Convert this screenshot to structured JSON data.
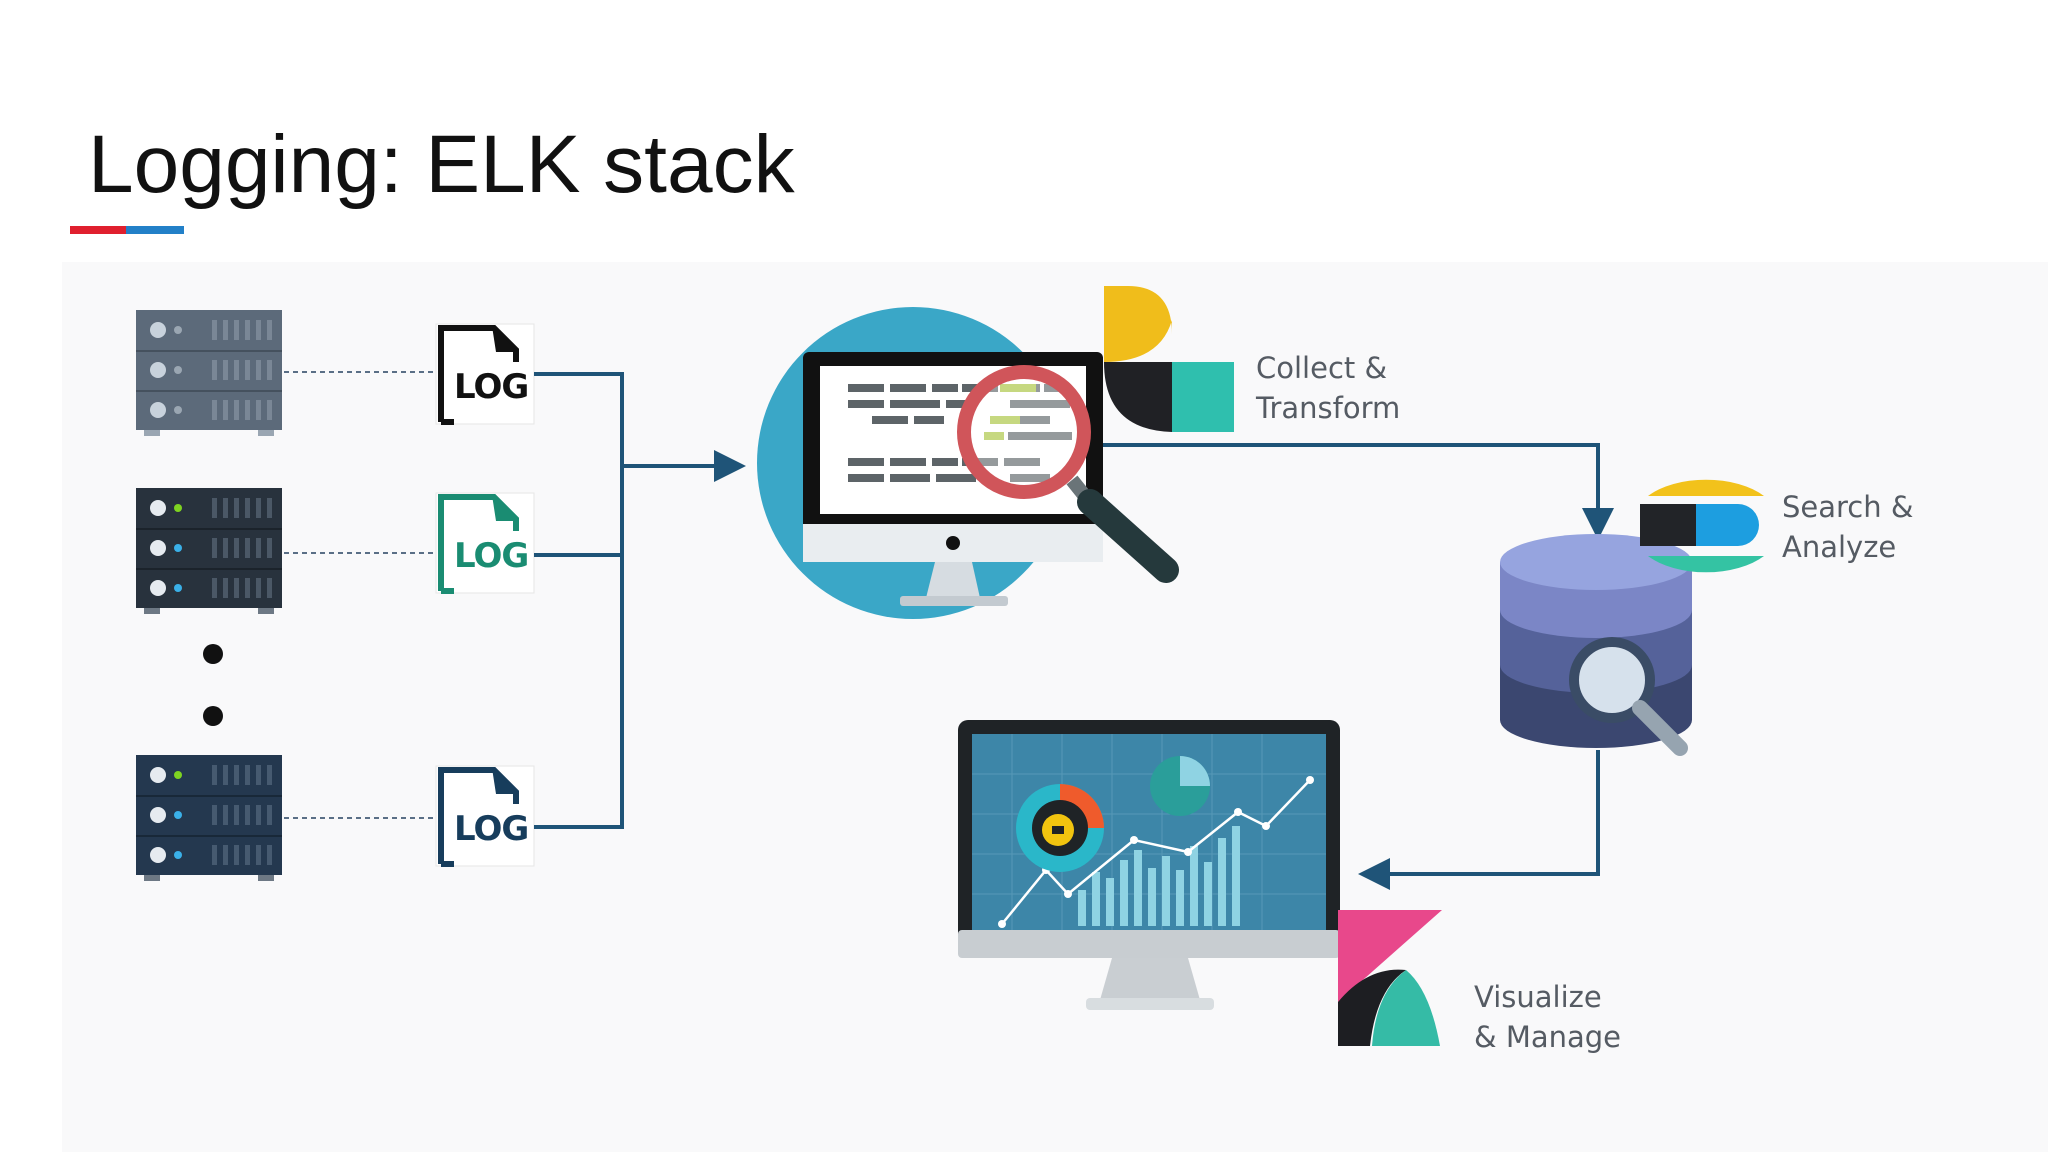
{
  "title": "Logging: ELK stack",
  "accent_colors": {
    "underline_red": "#e0202e",
    "underline_blue": "#2280c8",
    "connector": "#1f5478",
    "logstash_yellow": "#f0bd1b",
    "logstash_teal": "#2fbfae",
    "elastic_yellow": "#f2c21b",
    "elastic_blue": "#1d9ee0",
    "elastic_teal": "#34c3a3",
    "kibana_pink": "#e8488b",
    "kibana_teal": "#35bba6"
  },
  "log_files": [
    {
      "label": "LOG",
      "color": "#111111",
      "icon": "log-file-icon"
    },
    {
      "label": "LOG",
      "color": "#1a8c72",
      "icon": "log-file-icon"
    },
    {
      "label": "LOG",
      "color": "#173d5c",
      "icon": "log-file-icon"
    }
  ],
  "stages": {
    "logstash": {
      "line1": "Collect &",
      "line2": "Transform",
      "icon": "logstash-icon"
    },
    "elasticsearch": {
      "line1": "Search &",
      "line2": "Analyze",
      "icon": "elasticsearch-icon"
    },
    "kibana": {
      "line1": "Visualize",
      "line2": "& Manage",
      "icon": "kibana-icon"
    }
  },
  "servers": [
    {
      "icon": "server-icon",
      "led_color": "#7c8896"
    },
    {
      "icon": "server-icon",
      "led_color": "#7ed321"
    },
    {
      "icon": "server-icon",
      "led_color": "#7ed321"
    }
  ]
}
